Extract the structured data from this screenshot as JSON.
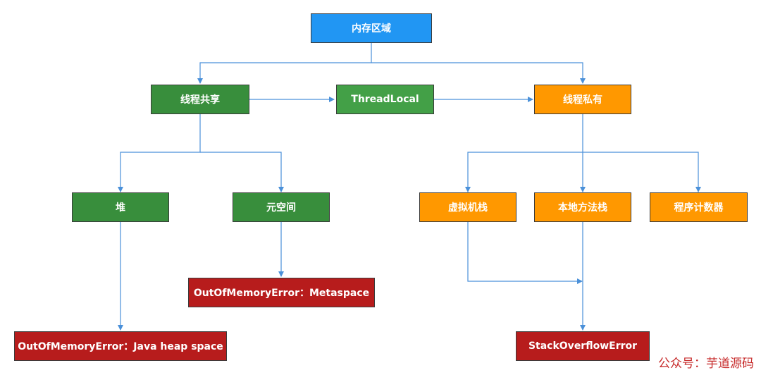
{
  "nodes": {
    "memory_region": "内存区域",
    "thread_shared": "线程共享",
    "thread_local": "ThreadLocal",
    "thread_private": "线程私有",
    "heap": "堆",
    "metaspace": "元空间",
    "vm_stack": "虚拟机栈",
    "native_stack": "本地方法栈",
    "pc_register": "程序计数器",
    "oom_metaspace": "OutOfMemoryError：Metaspace",
    "oom_heap": "OutOfMemoryError：Java heap space",
    "stack_overflow": "StackOverflowError"
  },
  "colors": {
    "root": "#2196f3",
    "shared": "#388e3c",
    "threadlocal": "#43a047",
    "private": "#ff9800",
    "error": "#b71c1c",
    "edge": "#4a90d9"
  },
  "watermark": "公众号：芋道源码"
}
